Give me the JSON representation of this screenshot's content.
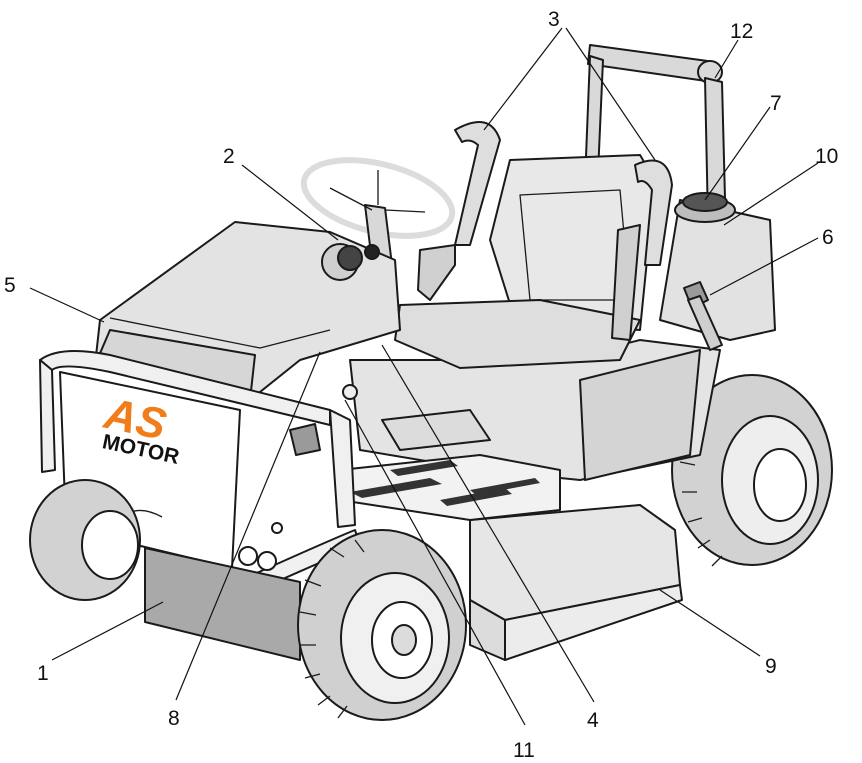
{
  "figure": {
    "brand_logo": {
      "mark": "AS",
      "word": "MOTOR"
    },
    "callouts": {
      "c1": "1",
      "c2": "2",
      "c3": "3",
      "c4": "4",
      "c5": "5",
      "c6": "6",
      "c7": "7",
      "c8": "8",
      "c9": "9",
      "c10": "10",
      "c11": "11",
      "c12": "12"
    }
  },
  "colors": {
    "outline": "#1a1a1a",
    "panel_light": "#e9e9e9",
    "panel_mid": "#d6d6d6",
    "deck_dark": "#a8a8a8",
    "tire": "#cfcfcf",
    "logo_orange": "#f07d19"
  }
}
